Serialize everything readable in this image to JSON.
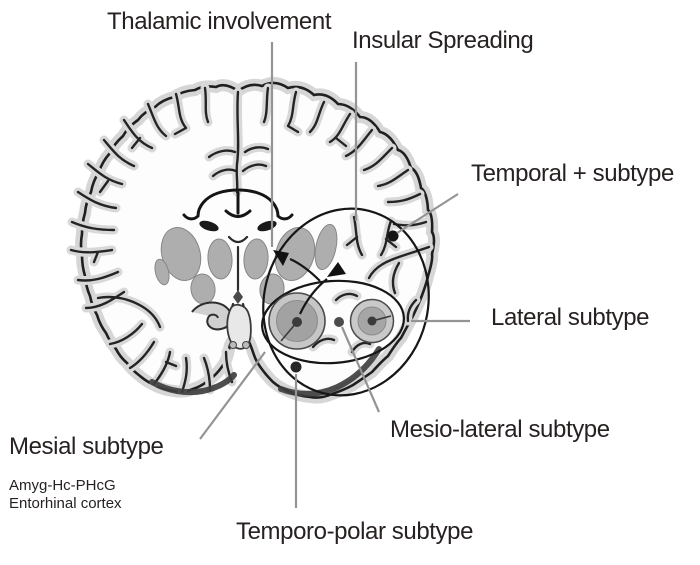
{
  "diagram": {
    "type": "brain-coronal-section-epilepsy-subtypes",
    "labels": {
      "thalamic_involvement": "Thalamic involvement",
      "insular_spreading": "Insular Spreading",
      "temporal_plus_subtype": "Temporal + subtype",
      "lateral_subtype": "Lateral subtype",
      "mesial_subtype": "Mesial subtype",
      "mesial_structures_line1": "Amyg-Hc-PHcG",
      "mesial_structures_line2": "Entorhinal cortex",
      "mesio_lateral_subtype": "Mesio-lateral subtype",
      "temporo_polar_subtype": "Temporo-polar subtype"
    },
    "colors": {
      "background": "#ffffff",
      "text": "#272221",
      "outline_black": "#1f1f1f",
      "leader_line_gray": "#949494",
      "cortex_halo_gray": "#d6d6d6",
      "deep_nuclei_gray": "#aeaeae",
      "mesial_ring_gray": "#c6c6c6",
      "mesial_core_gray": "#a2a2a2",
      "marker_dot_dark": "#2e2e2e"
    }
  }
}
